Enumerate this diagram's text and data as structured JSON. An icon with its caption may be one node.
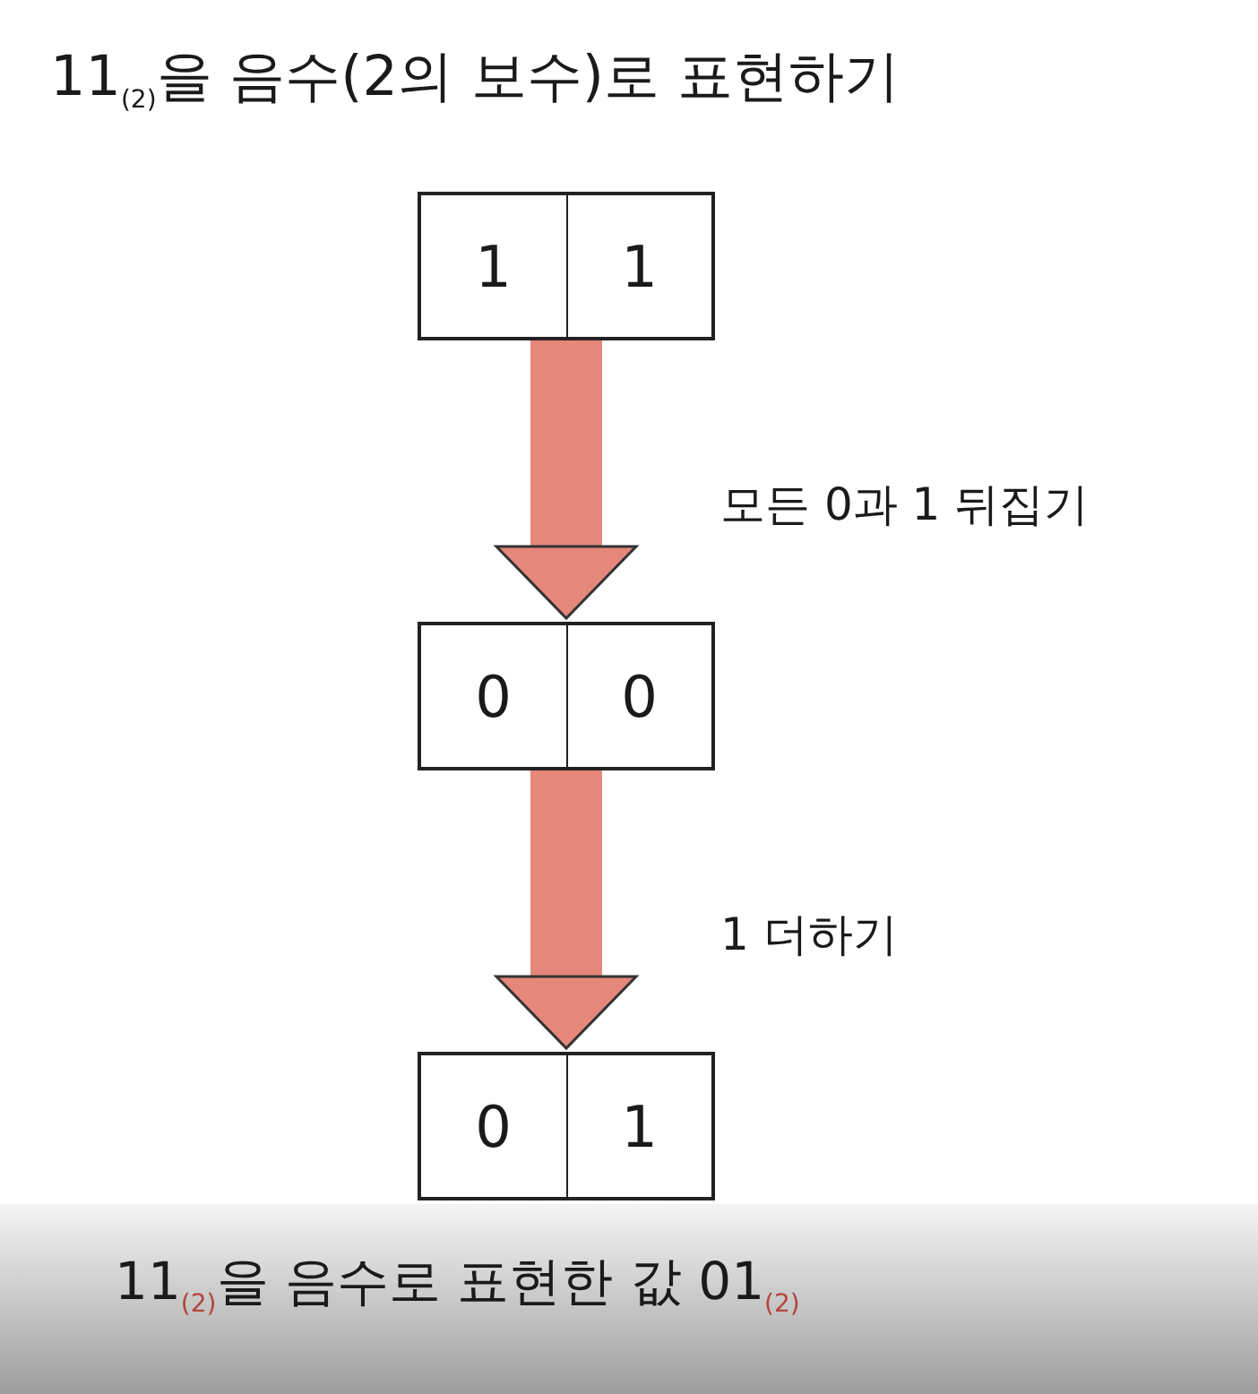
{
  "diagram": {
    "title": "11$_{(2)}$을 음수(2의 보수)로 표현하기",
    "caption": "11$_{(2)}$을 음수로 표현한 값 01$_{(2)}$",
    "nodes": [
      {
        "text": [],
        "shape": "box"
      },
      {
        "text": [
          "1"
        ],
        "in": 0
      },
      {
        "text": [
          "1"
        ],
        "in": 0
      },
      {
        "text": [],
        "shape": "box"
      },
      {
        "text": [
          "0"
        ],
        "in": 3
      },
      {
        "text": [
          "0"
        ],
        "in": 3
      },
      {
        "text": [],
        "shape": "box"
      },
      {
        "text": [
          "0"
        ],
        "in": 6
      },
      {
        "text": [
          "1"
        ],
        "in": 6
      }
    ],
    "edges": [
      {
        "from": 0,
        "to": 3,
        "arrow": "to",
        "label": "모든 0과 1 뒤집기"
      },
      {
        "from": 3,
        "to": 6,
        "arrow": "to",
        "label": "1 더하기"
      }
    ]
  }
}
